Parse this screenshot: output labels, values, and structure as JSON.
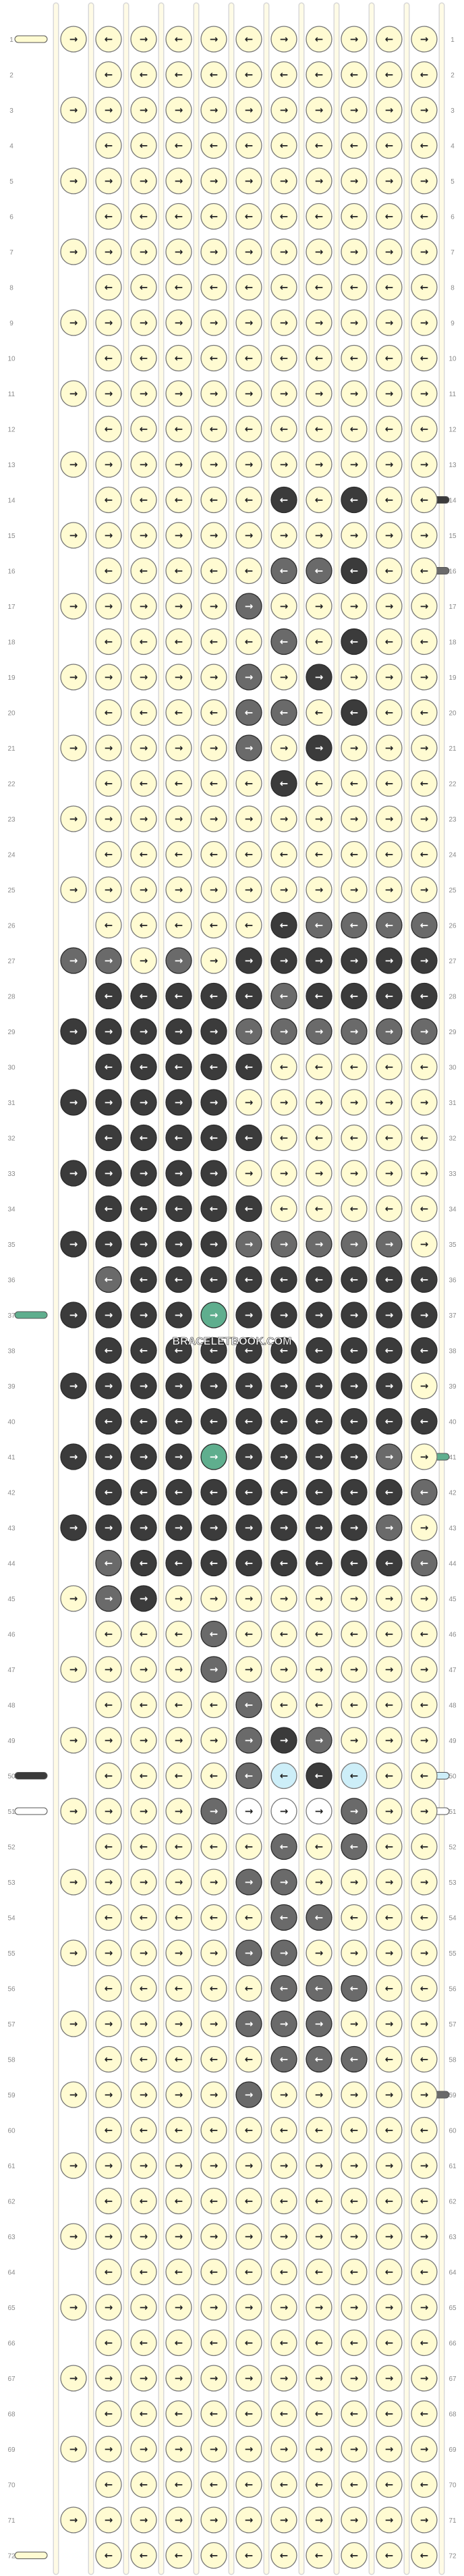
{
  "pattern": {
    "watermark": "BRACELETBOOK.COM",
    "row_count": 72,
    "string_count": 12,
    "knots_per_odd_row": 11,
    "knots_per_even_row": 10,
    "colors": {
      "A": "#fffbd2",
      "B": "#3b3b3b",
      "C": "#6a6a6a",
      "D": "#5fae8e",
      "E": "#cdeef8",
      "F": "#ffffff",
      "bg": "#ffffff",
      "row_number": "#8a8a8a"
    },
    "arrow_icons": {
      "f": "→",
      "b": "←",
      "fb": "↘",
      "bf": "↙"
    },
    "knot_rows": [
      "ff bb ff bb ff bb ff bb ff bb ff",
      "bb bb bb bb bb bb bb bb bb bb",
      "ff ff ff ff ff ff ff ff ff ff ff",
      "bb bb bb bb bb bb bb bb bb bb",
      "ff ff ff ff ff ff ff ff ff ff ff",
      "bb bb bb bb bb bb bb bb bb bb",
      "ff ff ff ff ff ff ff ff ff ff ff",
      "bb bb bb bb bb bb bb bb bb bb",
      "ff ff ff ff ff ff ff ff ff ff ff",
      "bb bb bb bb bb bb bb bb bb bb",
      "ff ff ff ff ff ff ff ff ff ff ff",
      "bb bb bb bb bb bb bb bb bb bb",
      "ff ff ff ff ff ff ff ff ff ff ff",
      "bb bb bb bb bb bb bb bb bb bb",
      "ff ff ff ff ff ff ff ff ff ff ff",
      "bb bb bb bb bb bb bb bb bb bb",
      "ff ff ff ff ff ff ff ff ff ff ff",
      "bb bb bb bb bb bb bb bb bb bb",
      "ff ff ff ff ff ff ff ff ff ff ff",
      "bb bb bb bb bb bb bb bb bb bb",
      "ff ff ff ff ff ff ff ff ff ff ff",
      "bb bb bb bb bb bb bb bb bb bb",
      "ff ff ff ff ff ff ff ff ff ff ff",
      "bb bb bb bb bb bb bb bb bb bb",
      "ff ff ff ff ff ff ff ff ff ff ff",
      "bb bb bb bb bb bb bb bb bb bb",
      "ff ff ff ff ff ff ff ff ff ff ff",
      "bb bb bb bb bb bb bb bb bb bb",
      "ff ff ff ff ff ff ff ff ff ff ff",
      "bb bb bb bb bb bb bb bb bb bb",
      "ff ff ff ff ff ff ff ff ff ff ff",
      "bb bb bb bb bb bb bb bb bb bb",
      "ff ff ff ff ff ff ff ff ff ff ff",
      "bb bb bb bb bb bb bb bb bb bb",
      "ff ff ff ff ff ff ff ff ff ff ff",
      "bb bb bb bb bb bb bb bb bb bb",
      "ff ff ff ff ff ff ff ff ff ff ff",
      "bb bb bb bb bb bb bb bb bb bb",
      "ff ff ff ff ff ff ff ff ff ff ff",
      "bb bb bb bb bb bb bb bb bb bb",
      "ff ff ff ff ff ff ff ff ff ff ff",
      "bb bb bb bb bb bb bb bb bb bb",
      "ff ff ff ff ff ff ff ff ff ff ff",
      "bb bb bb bb bb bb bb bb bb bb",
      "ff ff ff ff ff ff ff ff ff ff ff",
      "bb bb bb bb bb bb bb bb bb bb",
      "ff ff ff ff ff ff ff ff ff ff ff",
      "bb bb bb bb bb bb bb bb bb bb",
      "ff ff ff ff ff ff ff ff ff ff ff",
      "bb bb bb bb bb bb bb bb bb bb",
      "ff ff ff ff ff ff ff ff ff ff ff",
      "bb bb bb bb bb bb bb bb bb bb",
      "ff ff ff ff ff ff ff ff ff ff ff",
      "bb bb bb bb bb bb bb bb bb bb",
      "ff ff ff ff ff ff ff ff ff ff ff",
      "bb bb bb bb bb bb bb bb bb bb",
      "ff ff ff ff ff ff ff ff ff ff ff",
      "bb bb bb bb bb bb bb bb bb bb",
      "ff ff ff ff ff ff ff ff ff ff ff",
      "bb bb bb bb bb bb bb bb bb bb",
      "ff ff ff ff ff ff ff ff ff ff ff",
      "bb bb bb bb bb bb bb bb bb bb",
      "ff ff ff ff ff ff ff ff ff ff ff",
      "bb bb bb bb bb bb bb bb bb bb",
      "ff ff ff ff ff ff ff ff ff ff ff",
      "bb bb bb bb bb bb bb bb bb bb",
      "ff ff ff ff ff ff ff ff ff ff ff",
      "bb bb bb bb bb bb bb bb bb bb",
      "ff ff ff ff ff ff ff ff ff ff ff",
      "bb bb bb bb bb bb bb bb bb bb",
      "ff ff ff ff ff ff ff ff ff ff ff",
      "bb bb bb bb bb bb bb bb bb bb"
    ],
    "knot_color_rows": [
      "AAAAAAAAAAA",
      "AAAAAAAAAA",
      "AAAAAAAAAAA",
      "AAAAAAAAAA",
      "AAAAAAAAAAA",
      "AAAAAAAAAA",
      "AAAAAAAAAAA",
      "AAAAAAAAAA",
      "AAAAAAAAAAA",
      "AAAAAAAAAA",
      "AAAAAAAAAAA",
      "AAAAAAAAAA",
      "AAAAAAAAAAA",
      "AAAAABABAAA",
      "AAAAAAAAAAA",
      "AAAAACCBAAA",
      "AAAAACAAAAA",
      "AAAAACABAAA",
      "AAAAACABAAA",
      "AAAACCABAAA",
      "AAAAACABAAA",
      "AAAAABAAAAA",
      "AAAAAAAAAAA",
      "AAAAAAAAAAA",
      "AAAAAAAAAAA",
      "AAAAABCCCCAA",
      "CCACABBBBBBC",
      "BBBBBCBBBBBC",
      "BBBBBCCCCCCA",
      "BBBBBAAAAAAA",
      "BBBBBAAAAAAA",
      "BBBBBAAAAAAA",
      "BBBBBAAAAAAA",
      "BBBBBAAAAAAA",
      "BBBBBCCCCCAA",
      "CBBBBBBBBBCA",
      "BBBBDBBBBBBA",
      "BBBBBBBBBBAA",
      "BBBBBBBBBBAA",
      "BBBBBBBBBBAA",
      "BBBBDBBBBCAA",
      "BBBBBBBBBCAA",
      "BBBBBBBBBCAA",
      "CBBBBBBBBCAA",
      "ACBAAAAAAAAA",
      "AAACAAAAAAAA",
      "AAAACAAAAAAA",
      "AAAACAAAAAAA",
      "AAAAACBCAAAA",
      "AAAACEBEAAAA",
      "AAAACFFFCAAA",
      "AAAAACACAAAA",
      "AAAAACCAAAAA",
      "AAAAACCAAAAA",
      "AAAAACCAAAAA",
      "AAAAACCCAAAA",
      "AAAAACCCAAAA",
      "AAAAACCCAAAA",
      "AAAAACAAAAAA",
      "AAAAAAAAAAA",
      "AAAAAAAAAA",
      "AAAAAAAAAAA",
      "AAAAAAAAAA",
      "AAAAAAAAAAA",
      "AAAAAAAAAA",
      "AAAAAAAAAAA",
      "AAAAAAAAAA",
      "AAAAAAAAAAA",
      "AAAAAAAAAA",
      "AAAAAAAAAAA",
      "AAAAAAAAAA",
      "AAAAAAAAAAA"
    ],
    "string_start_colors": [
      "A",
      "A",
      "A",
      "A",
      "A",
      "A",
      "A",
      "A",
      "A",
      "A",
      "A",
      "A"
    ],
    "left_tabs": [
      {
        "row": 1,
        "color": "A"
      },
      {
        "row": 37,
        "color": "D"
      },
      {
        "row": 50,
        "color": "B"
      },
      {
        "row": 51,
        "color": "F"
      },
      {
        "row": 72,
        "color": "A"
      }
    ],
    "right_tabs": [
      {
        "row": 14,
        "color": "B"
      },
      {
        "row": 16,
        "color": "C"
      },
      {
        "row": 41,
        "color": "D"
      },
      {
        "row": 50,
        "color": "E"
      },
      {
        "row": 51,
        "color": "F"
      },
      {
        "row": 59,
        "color": "C"
      }
    ]
  }
}
